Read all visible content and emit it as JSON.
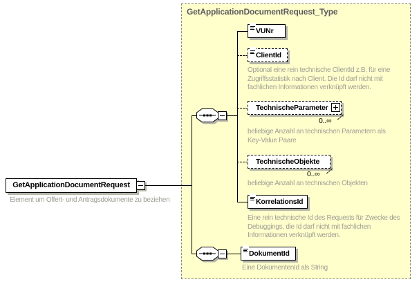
{
  "colors": {
    "container_fill": "#ffffcc",
    "container_border": "#8a8a78",
    "shadow": "#b5b5aa",
    "annotation_text": "#9e9e94",
    "title_text": "#5d5d5d",
    "line": "#000000"
  },
  "root_element": {
    "name": "GetApplicationDocumentRequest",
    "description": "Element um Offert- und Antragsdokumente zu beziehen"
  },
  "type": {
    "title": "GetApplicationDocumentRequest_Type",
    "sequence1": {
      "children": [
        {
          "name": "VUNr",
          "optional": false,
          "description": ""
        },
        {
          "name": "ClientId",
          "optional": true,
          "description": "Optional eine rein technische ClientId z.B. für eine\nZugriffsstatistik nach Client. Die Id darf nicht mit\nfachlichen Informationen verknüpft werden."
        },
        {
          "name": "TechnischeParameter",
          "optional": true,
          "multiplicity": "0..∞",
          "description": "beliebige Anzahl an technischen Parametern als\nKey-Value Paare"
        },
        {
          "name": "TechnischeObjekte",
          "optional": true,
          "multiplicity": "0..∞",
          "description": "beliebige Anzahl an technischen Objekten"
        },
        {
          "name": "KorrelationsId",
          "optional": false,
          "description": "Eine rein technische Id des Requests für Zwecke des\nDebuggings, die Id darf nicht mit fachlichen\nInformationen verknüpft werden."
        }
      ]
    },
    "sequence2": {
      "children": [
        {
          "name": "DokumentId",
          "optional": false,
          "description": "Eine DokumentenId als String"
        }
      ]
    }
  }
}
